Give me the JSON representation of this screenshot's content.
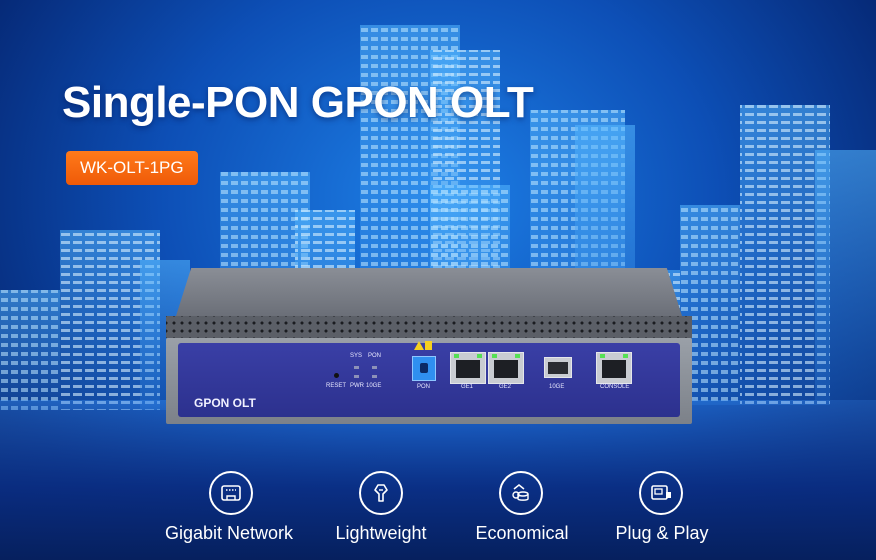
{
  "banner": {
    "headline": "Single-PON GPON OLT",
    "model_badge": "WK-OLT-1PG"
  },
  "device": {
    "label": "GPON OLT",
    "led_labels": [
      "SYS",
      "PON",
      "PWR",
      "10GE"
    ],
    "reset_label": "RESET",
    "port_labels": [
      "PON",
      "GE1",
      "GE2",
      "10GE",
      "CONSOLE"
    ]
  },
  "features": [
    {
      "icon": "network-port-icon",
      "label": "Gigabit Network"
    },
    {
      "icon": "lightweight-icon",
      "label": "Lightweight"
    },
    {
      "icon": "economical-icon",
      "label": "Economical"
    },
    {
      "icon": "plug-and-play-icon",
      "label": "Plug & Play"
    }
  ],
  "colors": {
    "background": "#0d4fb6",
    "badge": "#f26a10",
    "panel": "#2f3596"
  }
}
